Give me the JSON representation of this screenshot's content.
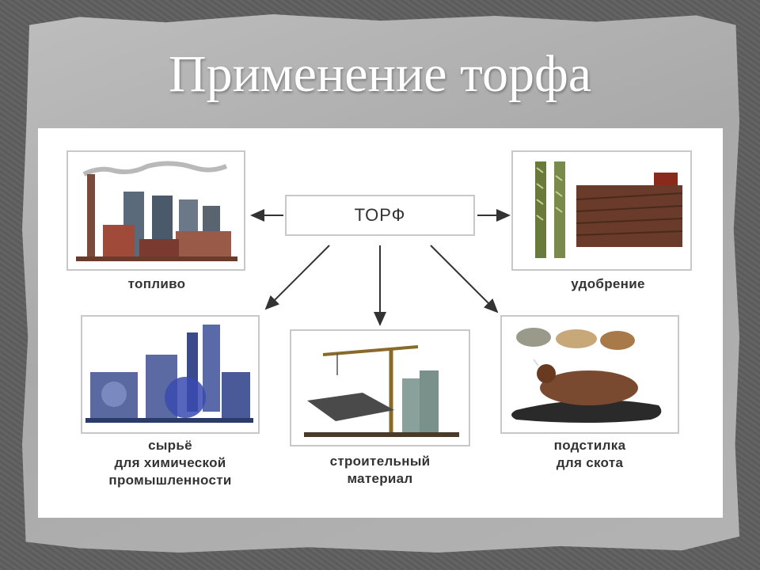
{
  "title": "Применение торфа",
  "diagram": {
    "center": "ТОРФ",
    "nodes": {
      "fuel": "топливо",
      "fertilizer": "удобрение",
      "chem_line1": "сырьё",
      "chem_line2": "для химической",
      "chem_line3": "промышленности",
      "build_line1": "строительный",
      "build_line2": "материал",
      "litter_line1": "подстилка",
      "litter_line2": "для скота"
    }
  },
  "colors": {
    "background": "#5f5f5f",
    "paper": "#b3b3b3",
    "panel": "#ffffff",
    "arrow": "#333333"
  }
}
